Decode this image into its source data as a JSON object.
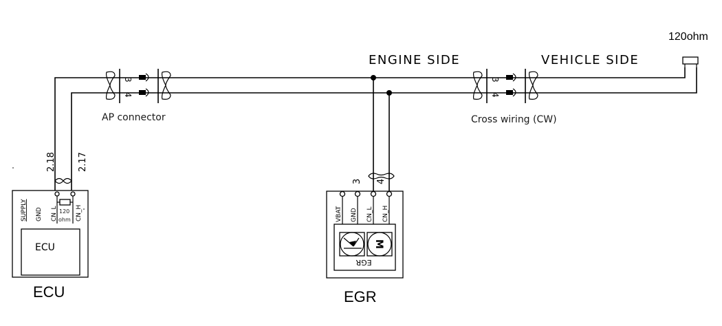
{
  "diagram": {
    "title_engine_side": "ENGINE SIDE",
    "title_vehicle_side": "VEHICLE SIDE",
    "terminator": {
      "label": "120ohm"
    },
    "connectors": {
      "ap": {
        "label": "AP connector",
        "pin_top": "3",
        "pin_bottom": "4"
      },
      "cw": {
        "label": "Cross wiring (CW)",
        "pin_top": "3",
        "pin_bottom": "4"
      }
    },
    "ecu": {
      "name": "ECU",
      "inner_label": "ECU",
      "wire_labels": [
        "2.18",
        "2.17"
      ],
      "pins": [
        "SUPPLY",
        "GND",
        "CN_L",
        "CN_H"
      ],
      "resistor_value": "120",
      "resistor_unit": "ohm"
    },
    "egr": {
      "name": "EGR",
      "inner_label": "EGR",
      "wire_labels": [
        "3",
        "4"
      ],
      "pins": [
        "VBAT",
        "GND",
        "CN_L",
        "CN_H"
      ],
      "motor_symbol": "M"
    }
  }
}
